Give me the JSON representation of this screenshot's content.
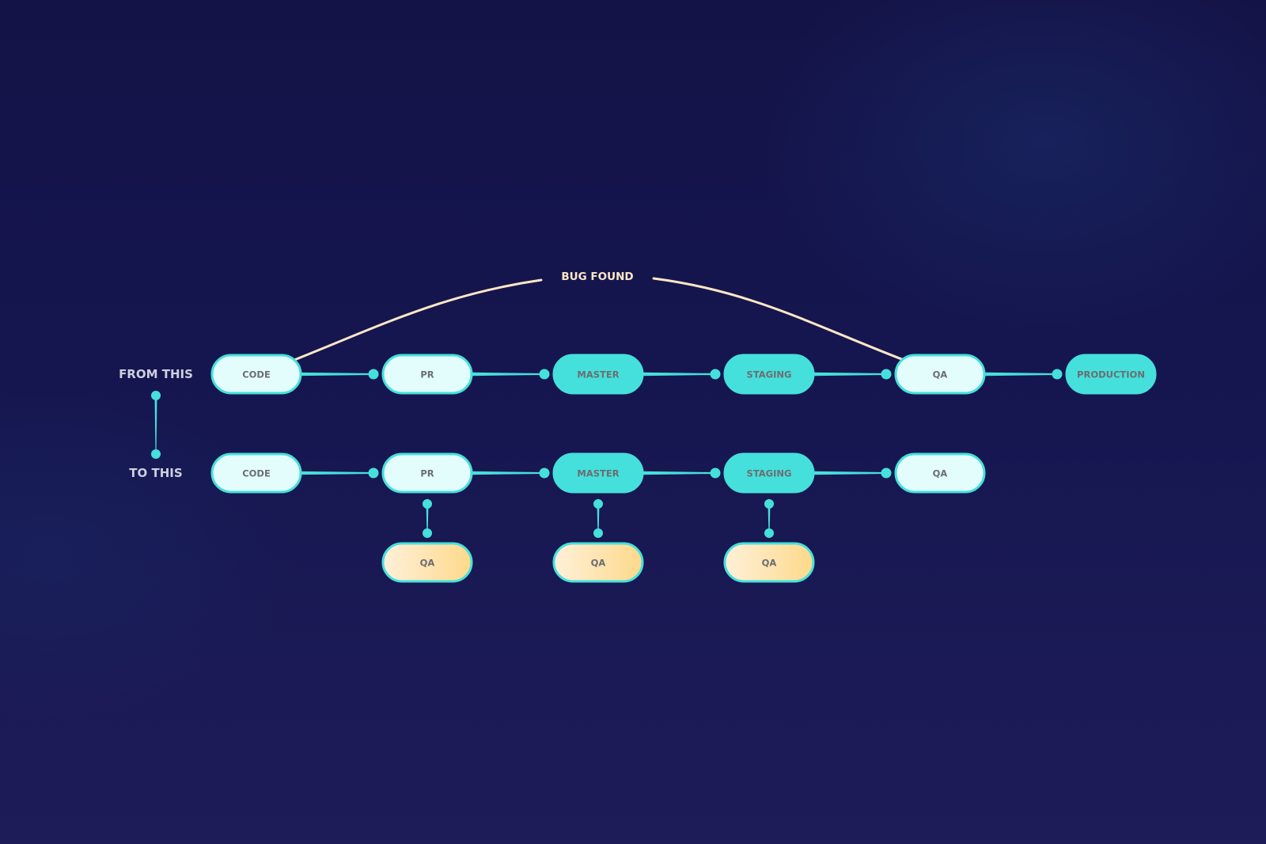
{
  "colors": {
    "teal": "#45e0db",
    "light_fill": "#e3fdfd",
    "qa_fill_start": "#fff0d9",
    "qa_fill_end": "#fdd98a",
    "bug_line": "#fde7c4",
    "node_text": "#6b6e72",
    "row_label": "#cdd0de"
  },
  "bug_label": "BUG FOUND",
  "row_labels": {
    "from": "FROM THIS",
    "to": "TO THIS"
  },
  "from_flow": [
    {
      "label": "CODE",
      "style": "light"
    },
    {
      "label": "PR",
      "style": "light"
    },
    {
      "label": "MASTER",
      "style": "teal"
    },
    {
      "label": "STAGING",
      "style": "teal"
    },
    {
      "label": "QA",
      "style": "light"
    },
    {
      "label": "PRODUCTION",
      "style": "teal"
    }
  ],
  "to_flow": [
    {
      "label": "CODE",
      "style": "light"
    },
    {
      "label": "PR",
      "style": "light"
    },
    {
      "label": "MASTER",
      "style": "teal"
    },
    {
      "label": "STAGING",
      "style": "teal"
    },
    {
      "label": "QA",
      "style": "light"
    }
  ],
  "qa_branches": [
    {
      "label": "QA",
      "parent_index": 1
    },
    {
      "label": "QA",
      "parent_index": 2
    },
    {
      "label": "QA",
      "parent_index": 3
    }
  ]
}
